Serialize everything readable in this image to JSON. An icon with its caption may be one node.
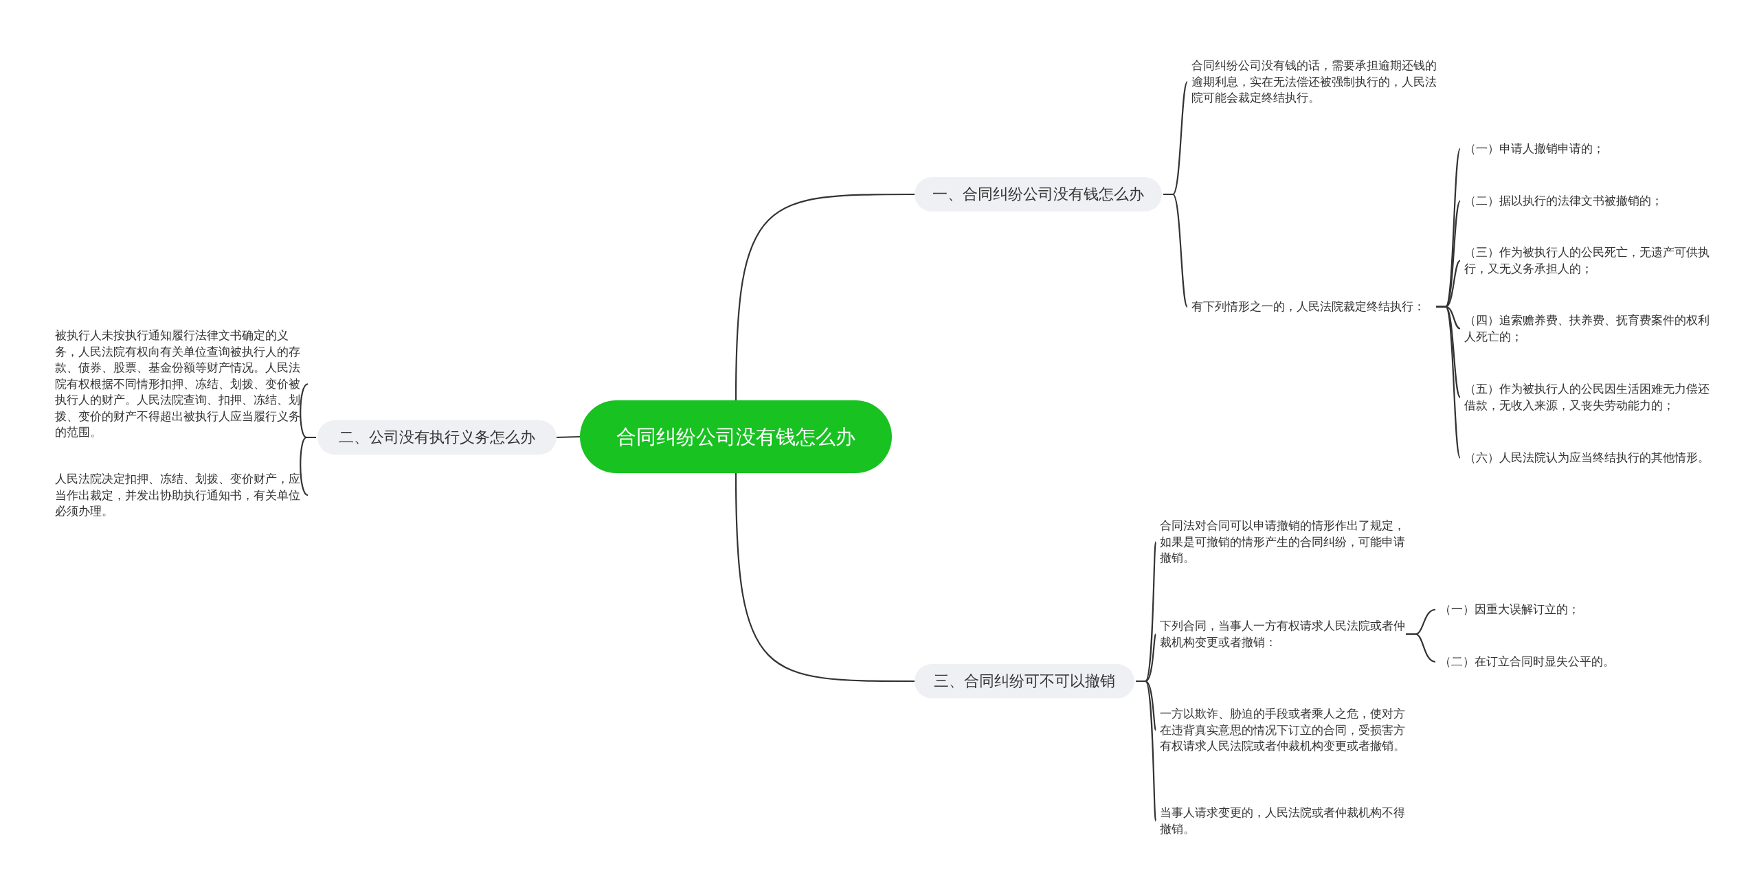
{
  "diagram": {
    "nodes": [
      {
        "text": [
          "合同纠纷公司没有钱怎么办"
        ]
      },
      {
        "text": [
          "一、合同纠纷公司没有钱怎么办"
        ]
      },
      {
        "text": [
          "合同纠纷公司没有钱的话，需要承担逾期还钱的逾期利息，实在无法偿还被强制执行的，人民法院可能会裁定终结执行。"
        ]
      },
      {
        "text": [
          "有下列情形之一的，人民法院裁定终结执行："
        ]
      },
      {
        "text": [
          "（一）申请人撤销申请的；"
        ]
      },
      {
        "text": [
          "（二）据以执行的法律文书被撤销的；"
        ]
      },
      {
        "text": [
          "（三）作为被执行人的公民死亡，无遗产可供执行，又无义务承担人的；"
        ]
      },
      {
        "text": [
          "（四）追索赡养费、扶养费、抚育费案件的权利人死亡的；"
        ]
      },
      {
        "text": [
          "（五）作为被执行人的公民因生活困难无力偿还借款，无收入来源，又丧失劳动能力的；"
        ]
      },
      {
        "text": [
          "（六）人民法院认为应当终结执行的其他情形。"
        ]
      },
      {
        "text": [
          "二、公司没有执行义务怎么办"
        ]
      },
      {
        "text": [
          "被执行人未按执行通知履行法律文书确定的义务，人民法院有权向有关单位查询被执行人的存款、债券、股票、基金份额等财产情况。人民法院有权根据不同情形扣押、冻结、划拨、变价被执行人的财产。人民法院查询、扣押、冻结、划拨、变价的财产不得超出被执行人应当履行义务的范围。"
        ]
      },
      {
        "text": [
          "人民法院决定扣押、冻结、划拨、变价财产，应当作出裁定，并发出协助执行通知书，有关单位必须办理。"
        ]
      },
      {
        "text": [
          "三、合同纠纷可不可以撤销"
        ]
      },
      {
        "text": [
          "合同法对合同可以申请撤销的情形作出了规定，如果是可撤销的情形产生的合同纠纷，可能申请撤销。"
        ]
      },
      {
        "text": [
          "下列合同，当事人一方有权请求人民法院或者仲裁机构变更或者撤销："
        ]
      },
      {
        "text": [
          "（一）因重大误解订立的；"
        ]
      },
      {
        "text": [
          "（二）在订立合同时显失公平的。"
        ]
      },
      {
        "text": [
          "一方以欺诈、胁迫的手段或者乘人之危，使对方在违背真实意思的情况下订立的合同，受损害方有权请求人民法院或者仲裁机构变更或者撤销。"
        ]
      },
      {
        "text": [
          "当事人请求变更的，人民法院或者仲裁机构不得撤销。"
        ]
      }
    ],
    "edges": [
      {
        "from": 0,
        "to": 1,
        "arrow": "none"
      },
      {
        "from": 1,
        "to": 2,
        "arrow": "none"
      },
      {
        "from": 1,
        "to": 3,
        "arrow": "none"
      },
      {
        "from": 3,
        "to": 4,
        "arrow": "none"
      },
      {
        "from": 3,
        "to": 5,
        "arrow": "none"
      },
      {
        "from": 3,
        "to": 6,
        "arrow": "none"
      },
      {
        "from": 3,
        "to": 7,
        "arrow": "none"
      },
      {
        "from": 3,
        "to": 8,
        "arrow": "none"
      },
      {
        "from": 3,
        "to": 9,
        "arrow": "none"
      },
      {
        "from": 0,
        "to": 10,
        "arrow": "none"
      },
      {
        "from": 10,
        "to": 11,
        "arrow": "none"
      },
      {
        "from": 10,
        "to": 12,
        "arrow": "none"
      },
      {
        "from": 0,
        "to": 13,
        "arrow": "none"
      },
      {
        "from": 13,
        "to": 14,
        "arrow": "none"
      },
      {
        "from": 13,
        "to": 15,
        "arrow": "none"
      },
      {
        "from": 13,
        "to": 18,
        "arrow": "none"
      },
      {
        "from": 13,
        "to": 19,
        "arrow": "none"
      },
      {
        "from": 15,
        "to": 16,
        "arrow": "none"
      },
      {
        "from": 15,
        "to": 17,
        "arrow": "none"
      }
    ]
  }
}
